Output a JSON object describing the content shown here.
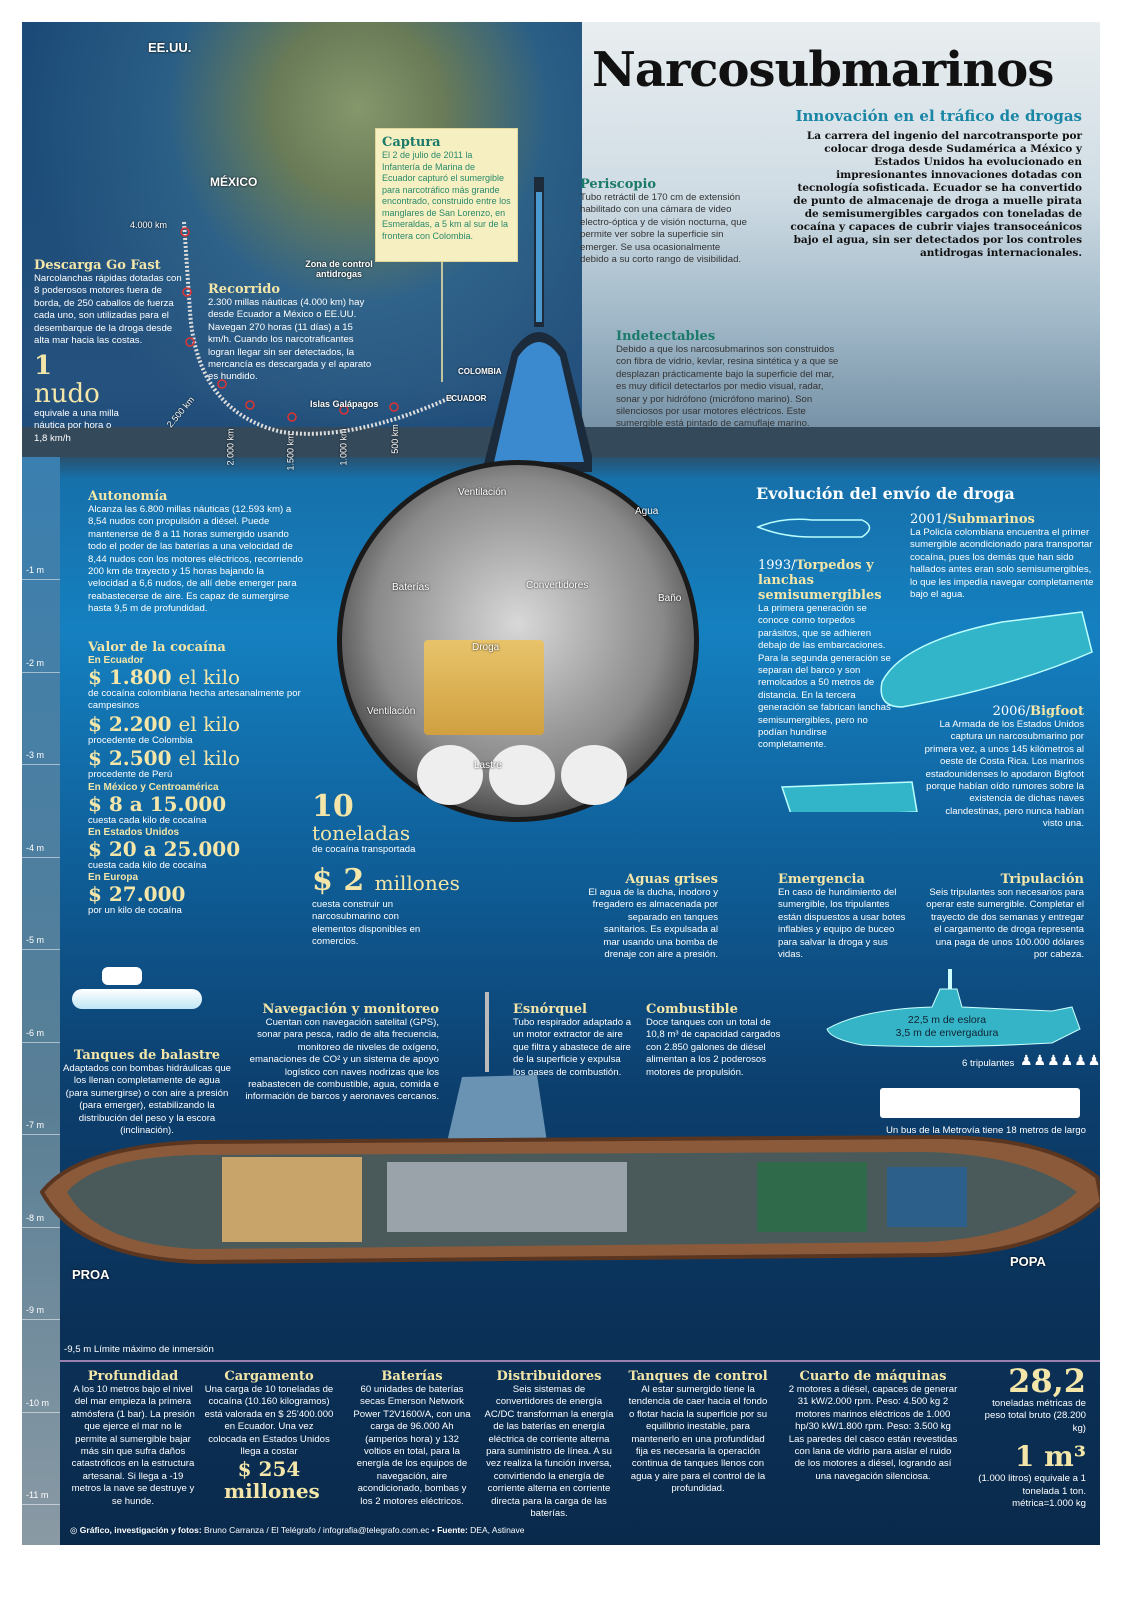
{
  "header": {
    "title": "Narcosubmarinos",
    "subtitle": "Innovación en el tráfico de drogas",
    "intro": "La carrera del ingenio del narcotransporte por colocar droga desde Sudamérica a México y Estados Unidos ha evolucionado en impresionantes innovaciones dotadas con tecnología sofisticada. Ecuador se ha convertido de punto de almacenaje de droga a muelle pirata de semisumergibles cargados con toneladas de cocaína y capaces de cubrir viajes transoceánicos bajo el agua, sin ser detectados por los controles antidrogas internacionales."
  },
  "map": {
    "labels": [
      "EE.UU.",
      "MÉXICO",
      "Zona de control antidrogas",
      "COLOMBIA",
      "ECUADOR",
      "Islas Galápagos"
    ],
    "distances": [
      "4.000 km",
      "2.500 km",
      "2.000 km",
      "1.500 km",
      "1.000 km",
      "500 km"
    ]
  },
  "captura": {
    "title": "Captura",
    "body": "El 2 de julio de 2011 la Infantería de Marina de Ecuador capturó el sumergible para narcotráfico más grande encontrado, construido entre los manglares de San Lorenzo, en Esmeraldas, a 5 km al sur de la frontera con Colombia."
  },
  "periscopio": {
    "title": "Periscopio",
    "body": "Tubo retráctil de 170 cm de extensión habilitado con una cámara de video electro-óptica y de visión nocturna, que permite ver sobre la superficie sin emerger. Se usa ocasionalmente debido a su corto rango de visibilidad."
  },
  "indetectables": {
    "title": "Indetectables",
    "body": "Debido a que los narcosubmarinos son construidos con fibra de vidrio, kevlar, resina sintética y a que se desplazan prácticamente bajo la superficie del mar, es muy difícil detectarlos por medio visual, radar, sonar y por hidrófono (micrófono marino). Son silenciosos por usar motores eléctricos. Este sumergible está pintado de camuflaje marino."
  },
  "gofast": {
    "title": "Descarga Go Fast",
    "body": "Narcolanchas rápidas dotadas con 8 poderosos motores fuera de borda, de 250 caballos de fuerza cada uno, son utilizadas para el desembarque de la droga desde alta mar hacia las costas."
  },
  "recorrido": {
    "title": "Recorrido",
    "body": "2.300 millas náuticas (4.000 km) hay desde Ecuador a México o EE.UU. Navegan 270 horas (11 días) a 15 km/h. Cuando los narcotraficantes logran llegar sin ser detectados, la mercancía es descargada y el aparato es hundido."
  },
  "nudo": {
    "num": "1",
    "unit": "nudo",
    "body": "equivale a una milla náutica por hora o 1,8 km/h"
  },
  "autonomia": {
    "title": "Autonomía",
    "body": "Alcanza las 6.800 millas náuticas (12.593 km) a 8,54 nudos con propulsión a diésel. Puede mantenerse de 8 a 11 horas sumergido usando todo el poder de las baterías a una velocidad de 8,44 nudos con los motores eléctricos, recorriendo 200 km de trayecto y 15 horas bajando la velocidad a 6,6 nudos, de allí debe emerger para reabastecerse de aire. Es capaz de sumergirse hasta 9,5 m de profundidad."
  },
  "valor": {
    "title": "Valor de la cocaína",
    "items": [
      {
        "region": "En Ecuador",
        "price": "$ 1.800",
        "unit": "el kilo",
        "desc": "de cocaína colombiana hecha artesanalmente por campesinos"
      },
      {
        "region": "",
        "price": "$ 2.200",
        "unit": "el kilo",
        "desc": "procedente de Colombia"
      },
      {
        "region": "",
        "price": "$ 2.500",
        "unit": "el kilo",
        "desc": "procedente de Perú"
      },
      {
        "region": "En México y Centroamérica",
        "price": "$ 8 a 15.000",
        "unit": "",
        "desc": "cuesta cada kilo de cocaína"
      },
      {
        "region": "En Estados Unidos",
        "price": "$ 20 a 25.000",
        "unit": "",
        "desc": "cuesta cada kilo de cocaína"
      },
      {
        "region": "En Europa",
        "price": "$ 27.000",
        "unit": "",
        "desc": "por un kilo de cocaína"
      }
    ]
  },
  "toneladas": {
    "num": "10",
    "unit": "toneladas",
    "desc": "de cocaína transportada"
  },
  "costo": {
    "num": "$ 2",
    "unit": "millones",
    "desc": "cuesta construir un narcosubmarino con elementos disponibles en comercios."
  },
  "circle_labels": [
    "Ventilación",
    "Agua",
    "Baterías",
    "Convertidores",
    "Baño",
    "Droga",
    "Ventilación",
    "Lastre"
  ],
  "evolucion": {
    "title": "Evolución del envío de droga",
    "e2001": {
      "year": "2001/",
      "name": "Submarinos",
      "body": "La Policía colombiana encuentra el primer sumergible acondicionado para transportar cocaína, pues los demás que han sido hallados antes eran solo semisumergibles, lo que les impedía navegar completamente bajo el agua."
    },
    "e1993": {
      "year": "1993/",
      "name": "Torpedos y lanchas semisumergibles",
      "body": "La primera generación se conoce como torpedos parásitos, que se adhieren debajo de las embarcaciones. Para la segunda generación se separan del barco y son remolcados a 50 metros de distancia. En la tercera generación se fabrican lanchas semisumergibles, pero no podían hundirse completamente."
    },
    "e2006": {
      "year": "2006/",
      "name": "Bigfoot",
      "body": "La Armada de los Estados Unidos captura un narcosubmarino por primera vez, a unos 145 kilómetros al oeste de Costa Rica. Los marinos estadounidenses lo apodaron Bigfoot porque habían oído rumores sobre la existencia de dichas naves clandestinas, pero nunca habían visto una."
    }
  },
  "aguas": {
    "title": "Aguas grises",
    "body": "El agua de la ducha, inodoro y fregadero es almacenada por separado en tanques sanitarios. Es expulsada al mar usando una bomba de drenaje con aire a presión."
  },
  "emergencia": {
    "title": "Emergencia",
    "body": "En caso de hundimiento del sumergible, los tripulantes están dispuestos a usar botes inflables y equipo de buceo para salvar la droga y sus vidas."
  },
  "tripulacion": {
    "title": "Tripulación",
    "body": "Seis tripulantes son necesarios para operar este sumergible. Completar el trayecto de dos semanas y entregar el cargamento de droga representa una paga de unos 100.000 dólares por cabeza."
  },
  "dimensiones": {
    "eslora": "22,5 m de eslora",
    "envergadura": "3,5 m de envergadura",
    "crew": "6 tripulantes",
    "bus": "Un bus de la Metrovía tiene 18 metros de largo"
  },
  "balastre": {
    "title": "Tanques de balastre",
    "body": "Adaptados con bombas hidráulicas que los llenan completamente de agua (para sumergirse) o con aire a presión (para emerger), estabilizando la distribución del peso y la escora (inclinación)."
  },
  "navegacion": {
    "title": "Navegación y monitoreo",
    "body": "Cuentan con navegación satelital (GPS), sonar para pesca, radio de alta frecuencia, monitoreo de niveles de oxígeno, emanaciones de CO² y un sistema de apoyo logístico con naves nodrizas que los reabastecen de combustible, agua, comida e información de barcos y aeronaves cercanos."
  },
  "esnorquel": {
    "title": "Esnórquel",
    "body": "Tubo respirador adaptado a un motor extractor de aire que filtra y abastece de aire de la superficie y expulsa los gases de combustión."
  },
  "combustible": {
    "title": "Combustible",
    "body": "Doce tanques con un total de 10,8 m³ de capacidad cargados con 2.850 galones de diésel alimentan a los 2 poderosos motores de propulsión."
  },
  "sub": {
    "proa": "PROA",
    "popa": "POPA"
  },
  "depth": {
    "ticks": [
      "-1 m",
      "-2 m",
      "-3 m",
      "-4 m",
      "-5 m",
      "-6 m",
      "-7 m",
      "-8 m",
      "-9 m",
      "-10 m",
      "-11 m"
    ],
    "limit": "-9,5 m  Límite máximo de inmersión"
  },
  "profundidad": {
    "title": "Profundidad",
    "body": "A los 10 metros bajo el nivel del mar empieza la primera atmósfera (1 bar). La presión que ejerce el mar no le permite al sumergible bajar más sin que sufra daños catastróficos en la estructura artesanal. Si llega a -19 metros la nave se destruye y se hunde."
  },
  "cargamento": {
    "title": "Cargamento",
    "body": "Una carga de 10 toneladas de cocaína (10.160 kilogramos) está valorada en $ 25'400.000 en Ecuador. Una vez colocada en Estados Unidos llega a costar",
    "value": "$ 254 millones"
  },
  "baterias": {
    "title": "Baterías",
    "body": "60 unidades de baterías secas Emerson Network Power T2V1600/A, con una carga de 96.000 Ah (amperios hora) y 132 voltios en total, para la energía de los equipos de navegación, aire acondicionado, bombas y los 2 motores eléctricos."
  },
  "distribuidores": {
    "title": "Distribuidores",
    "body": "Seis sistemas de convertidores de energía AC/DC transforman la energía de las baterías en energía eléctrica de corriente alterna para suministro de línea. A su vez realiza la función inversa, convirtiendo la energía de corriente alterna en corriente directa para la carga de las baterías."
  },
  "control": {
    "title": "Tanques de control",
    "body": "Al estar sumergido tiene la tendencia de caer hacia el fondo o flotar hacia la superficie por su equilibrio inestable, para mantenerlo en una profundidad fija es necesaria la operación continua de tanques llenos con agua y aire para el control de la profundidad."
  },
  "maquinas": {
    "title": "Cuarto de máquinas",
    "body": "2 motores a diésel, capaces de generar 31 kW/2.000 rpm. Peso: 4.500 kg 2 motores marinos eléctricos de 1.000 hp/30 kW/1.800 rpm. Peso: 3.500 kg Las paredes del casco están revestidas con lana de vidrio para aislar el ruido de los motores a diésel, logrando así una navegación silenciosa."
  },
  "peso": {
    "num": "28,2",
    "desc": "toneladas métricas de peso total bruto (28.200 kg)"
  },
  "volumen": {
    "num": "1 m³",
    "desc": "(1.000 litros) equivale a 1 tonelada 1 ton. métrica=1.000 kg"
  },
  "footer": {
    "credit_label": "Gráfico, investigación y fotos:",
    "credit": "Bruno Carranza / El Telégrafo / infografia@telegrafo.com.ec •",
    "source_label": "Fuente:",
    "source": "DEA, Astinave"
  }
}
